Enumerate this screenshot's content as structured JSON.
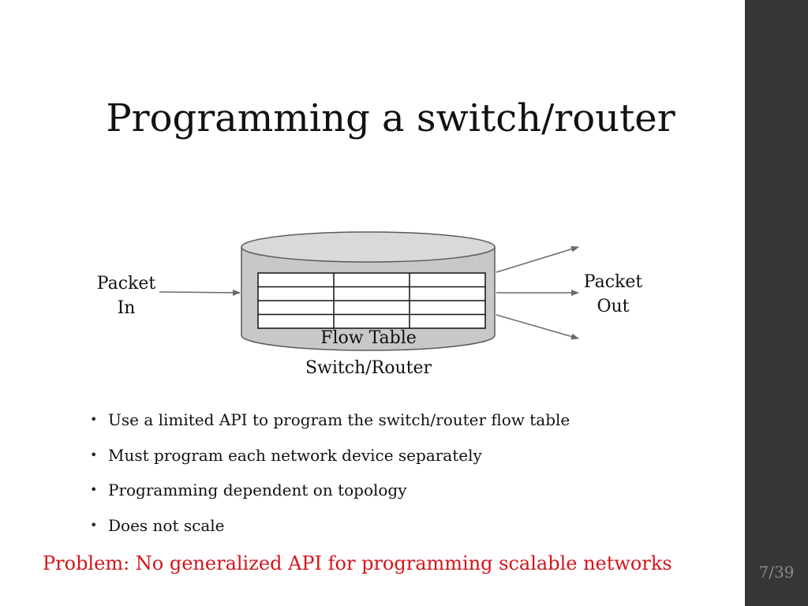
{
  "slide": {
    "title": "Programming a switch/router",
    "page_number": "7/39"
  },
  "diagram": {
    "input_label_line1": "Packet",
    "input_label_line2": "In",
    "output_label_line1": "Packet",
    "output_label_line2": "Out",
    "table_label": "Flow Table",
    "device_label": "Switch/Router",
    "table_rows": 4,
    "table_cols": 3
  },
  "bullets": [
    "Use a limited API to program the switch/router flow table",
    "Must program each network device separately",
    "Programming dependent on topology",
    "Does not scale"
  ],
  "problem": "Problem: No generalized API for programming scalable networks",
  "colors": {
    "sidebar": "#363638",
    "cylinder_fill": "#c8c8c8",
    "cylinder_top": "#d9d9d9",
    "problem_text": "#d6141b"
  }
}
